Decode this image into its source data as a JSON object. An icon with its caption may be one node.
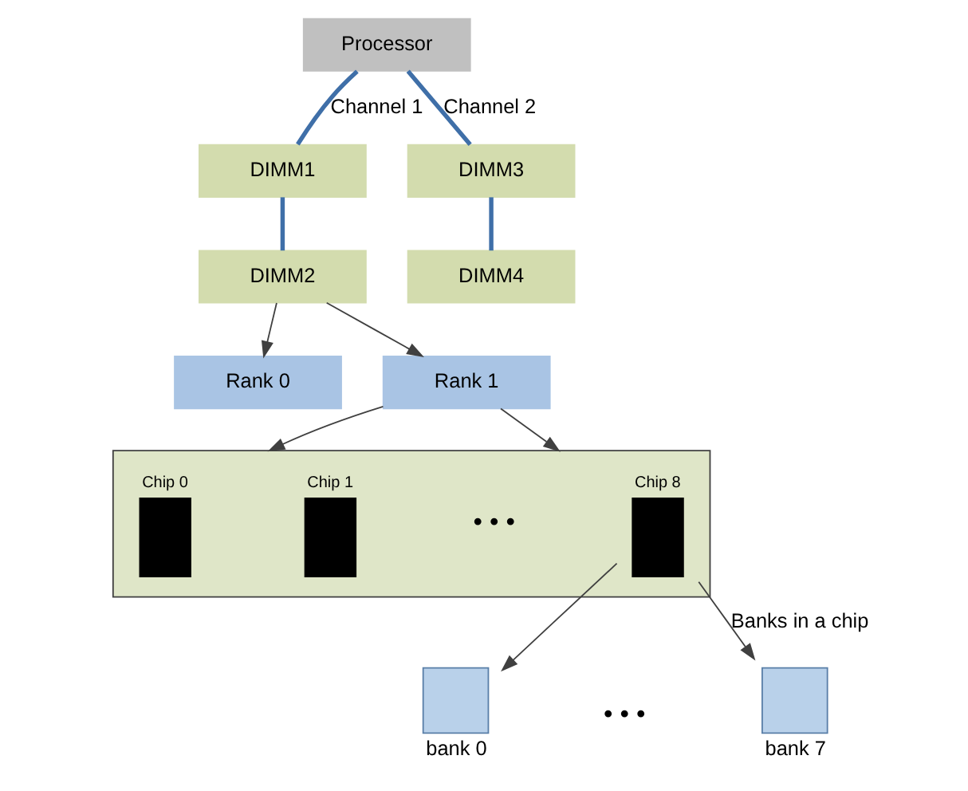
{
  "diagram": {
    "nodes": [
      {
        "text": [
          "Processor"
        ]
      },
      {
        "text": [
          "DIMM1"
        ]
      },
      {
        "text": [
          "DIMM3"
        ]
      },
      {
        "text": [
          "DIMM2"
        ]
      },
      {
        "text": [
          "DIMM4"
        ]
      },
      {
        "text": [
          "Rank 0"
        ]
      },
      {
        "text": [
          "Rank 1"
        ]
      },
      {
        "text": [],
        "shape": "box"
      },
      {
        "text": [
          "Chip 0"
        ],
        "in": 7
      },
      {
        "text": [
          "Chip 1"
        ],
        "in": 7
      },
      {
        "text": [
          "Chip 8"
        ],
        "in": 7
      },
      {
        "text": [
          "bank 0"
        ]
      },
      {
        "text": [
          "bank 7"
        ]
      }
    ],
    "edges": [
      {
        "from": 0,
        "to": 1,
        "arrow": "none",
        "label": "Channel 1",
        "style": "thick",
        "color": "#3f6fa8"
      },
      {
        "from": 0,
        "to": 2,
        "arrow": "none",
        "label": "Channel 2",
        "style": "thick",
        "color": "#3f6fa8"
      },
      {
        "from": 1,
        "to": 3,
        "arrow": "none",
        "style": "thick",
        "color": "#3f6fa8"
      },
      {
        "from": 2,
        "to": 4,
        "arrow": "none",
        "style": "thick",
        "color": "#3f6fa8"
      },
      {
        "from": 3,
        "to": 5,
        "arrow": "to"
      },
      {
        "from": 3,
        "to": 6,
        "arrow": "to"
      },
      {
        "from": 6,
        "to": 7,
        "arrow": "to"
      },
      {
        "from": 6,
        "to": 7,
        "arrow": "to"
      },
      {
        "from": 10,
        "to": 12,
        "arrow": "to",
        "label": "Banks in a chip"
      },
      {
        "from": 10,
        "to": 11,
        "arrow": "to"
      }
    ],
    "labels": [
      "• • •",
      "• • •"
    ]
  }
}
